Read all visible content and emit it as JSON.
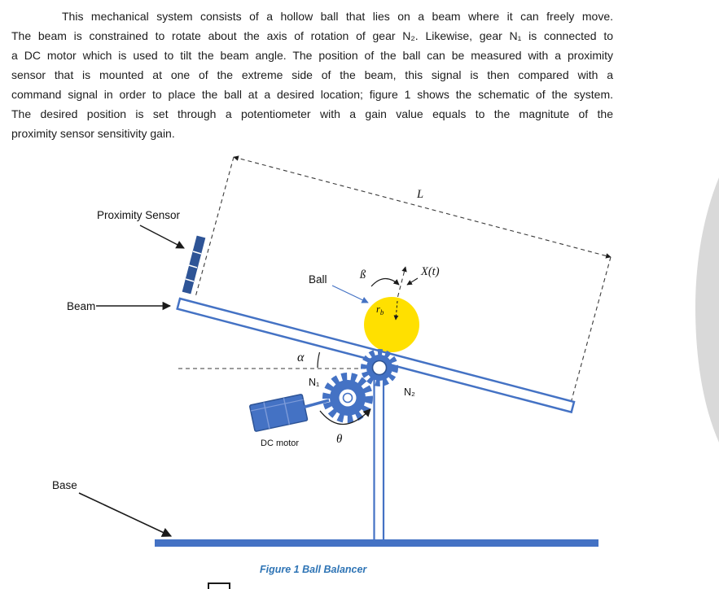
{
  "document": {
    "paragraph_lines": [
      "This mechanical system consists of a hollow ball that lies on a beam where it can freely move.",
      "The beam is constrained to rotate about the axis of rotation of gear N₂. Likewise, gear N₁ is connected to",
      "a DC motor which is used to tilt the beam angle. The position of the ball can be measured with a proximity",
      "sensor that is mounted at one of the extreme side of the beam, this signal is then compared with a",
      "command signal in order to place the ball at a desired location; figure 1 shows the schematic of the system.",
      "The desired position is set through a potentiometer with a gain value equals to the magnitute of the",
      "proximity sensor sensitivity gain."
    ]
  },
  "figure": {
    "caption": "Figure 1 Ball Balancer",
    "labels": {
      "proximity_sensor": "Proximity Sensor",
      "beam": "Beam",
      "base": "Base",
      "ball": "Ball",
      "dc_motor": "DC motor",
      "gear_n1": "N₁",
      "gear_n2": "N₂",
      "length": "L",
      "position": "X(t)",
      "ball_radius_main": "r",
      "ball_radius_sub": "b",
      "alpha": "α",
      "beta": "ß",
      "theta": "θ"
    },
    "colors": {
      "diagram_blue": "#4472C4",
      "dark_blue": "#2E5496",
      "ball_yellow": "#FFE000",
      "caption_blue": "#2E74B5"
    }
  }
}
